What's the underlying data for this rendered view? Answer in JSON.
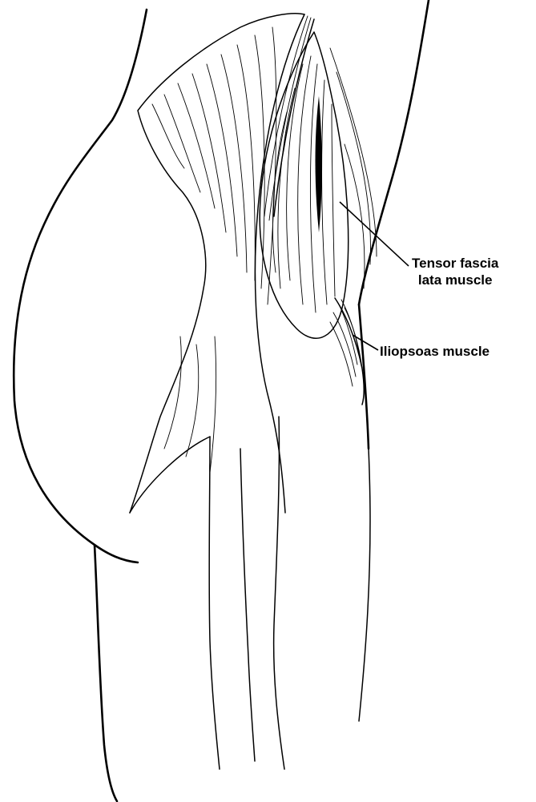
{
  "labels": {
    "tensor_line1": "Tensor fascia",
    "tensor_line2": "lata muscle",
    "iliopsoas": "Iliopsoas muscle"
  },
  "colors": {
    "ink": "#000000",
    "paper": "#ffffff"
  }
}
